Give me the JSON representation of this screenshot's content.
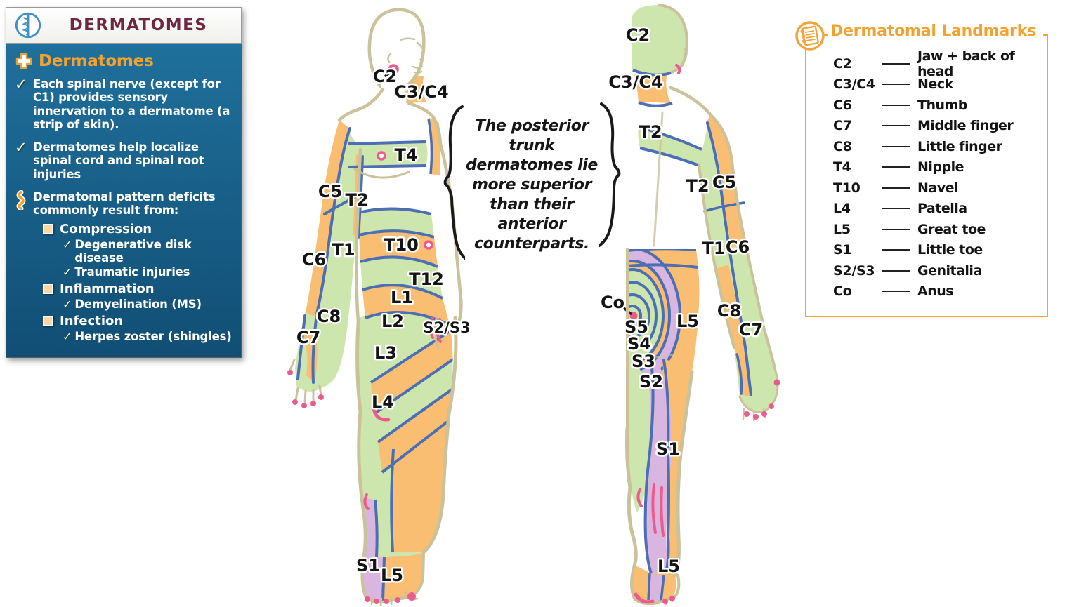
{
  "header": {
    "title": "DERMATOMES"
  },
  "info_panel": {
    "heading": "Dermatomes",
    "bullets": [
      "Each spinal nerve (except for C1) provides sensory innervation to a dermatome (a strip of skin).",
      "Dermatomes help localize spinal cord and spinal root injuries",
      "Dermatomal pattern deficits commonly result from:"
    ],
    "causes": [
      {
        "label": "Compression",
        "sub": [
          "Degenerative disk disease",
          "Traumatic injuries"
        ]
      },
      {
        "label": "Inflammation",
        "sub": [
          "Demyelination (MS)"
        ]
      },
      {
        "label": "Infection",
        "sub": [
          "Herpes zoster (shingles)"
        ]
      }
    ]
  },
  "note": {
    "lines": [
      "The posterior trunk",
      "dermatomes lie",
      "more superior",
      "than their anterior",
      "counterparts."
    ]
  },
  "figures": {
    "anterior": {
      "name": "anterior body dermatome map",
      "labels": [
        "C2",
        "C3/C4",
        "T4",
        "C5",
        "T2",
        "C6",
        "T1",
        "T10",
        "T12",
        "L1",
        "L2",
        "S2/S3",
        "C8",
        "C7",
        "L3",
        "L4",
        "S1",
        "L5"
      ]
    },
    "posterior": {
      "name": "posterior body dermatome map",
      "labels": [
        "C2",
        "C3/C4",
        "T2",
        "T2",
        "C5",
        "T1",
        "C6",
        "C8",
        "C7",
        "Co",
        "S5",
        "S4",
        "S3",
        "S2",
        "L5",
        "S1",
        "L5"
      ]
    }
  },
  "landmarks_panel": {
    "title": "Dermatomal Landmarks",
    "rows": [
      {
        "code": "C2",
        "landmark": "Jaw + back of head"
      },
      {
        "code": "C3/C4",
        "landmark": "Neck"
      },
      {
        "code": "C6",
        "landmark": "Thumb"
      },
      {
        "code": "C7",
        "landmark": "Middle finger"
      },
      {
        "code": "C8",
        "landmark": "Little finger"
      },
      {
        "code": "T4",
        "landmark": "Nipple"
      },
      {
        "code": "T10",
        "landmark": "Navel"
      },
      {
        "code": "L4",
        "landmark": "Patella"
      },
      {
        "code": "L5",
        "landmark": "Great toe"
      },
      {
        "code": "S1",
        "landmark": "Little toe"
      },
      {
        "code": "S2/S3",
        "landmark": "Genitalia"
      },
      {
        "code": "Co",
        "landmark": "Anus"
      }
    ]
  },
  "colors": {
    "panel_blue": "#1d6b97",
    "accent_orange": "#f5a12d",
    "title_maroon": "#6e2742",
    "dermatome_green": "#cde6ae",
    "dermatome_orange": "#f9be72",
    "dermatome_purple": "#d9b6df",
    "boundary_blue": "#4c6eb4",
    "landmark_pink": "#ee5a8c",
    "body_outline_tan": "#c9c29a"
  }
}
